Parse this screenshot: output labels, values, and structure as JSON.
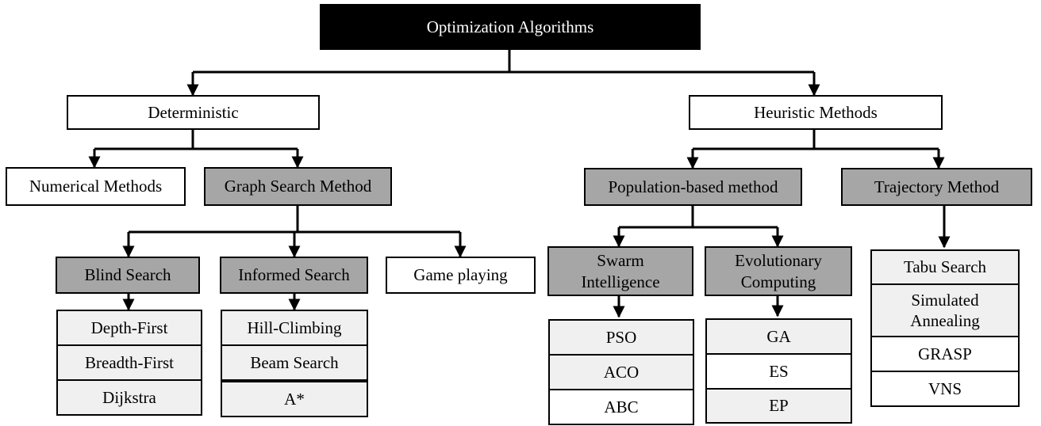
{
  "colors": {
    "root_fill": "#000000",
    "root_text": "#ffffff",
    "category_fill": "#a6a6a6",
    "leaf_fill": "#f0f0f0",
    "plain_fill": "#ffffff",
    "line": "#000000"
  },
  "root": {
    "label": "Optimization Algorithms"
  },
  "deterministic": {
    "label": "Deterministic",
    "numerical": "Numerical Methods",
    "graph_search": "Graph Search Method",
    "blind": {
      "label": "Blind Search",
      "items": [
        "Depth-First",
        "Breadth-First",
        "Dijkstra"
      ]
    },
    "informed": {
      "label": "Informed Search",
      "items": [
        "Hill-Climbing",
        "Beam Search",
        "A*"
      ]
    },
    "game": "Game playing"
  },
  "heuristic": {
    "label": "Heuristic Methods",
    "population": "Population-based method",
    "trajectory": {
      "label": "Trajectory Method",
      "items": [
        "Tabu Search",
        "Simulated\nAnnealing",
        "GRASP",
        "VNS"
      ]
    },
    "swarm": {
      "label": "Swarm\nIntelligence",
      "items": [
        "PSO",
        "ACO",
        "ABC"
      ]
    },
    "evolutionary": {
      "label": "Evolutionary\nComputing",
      "items": [
        "GA",
        "ES",
        "EP"
      ]
    }
  }
}
